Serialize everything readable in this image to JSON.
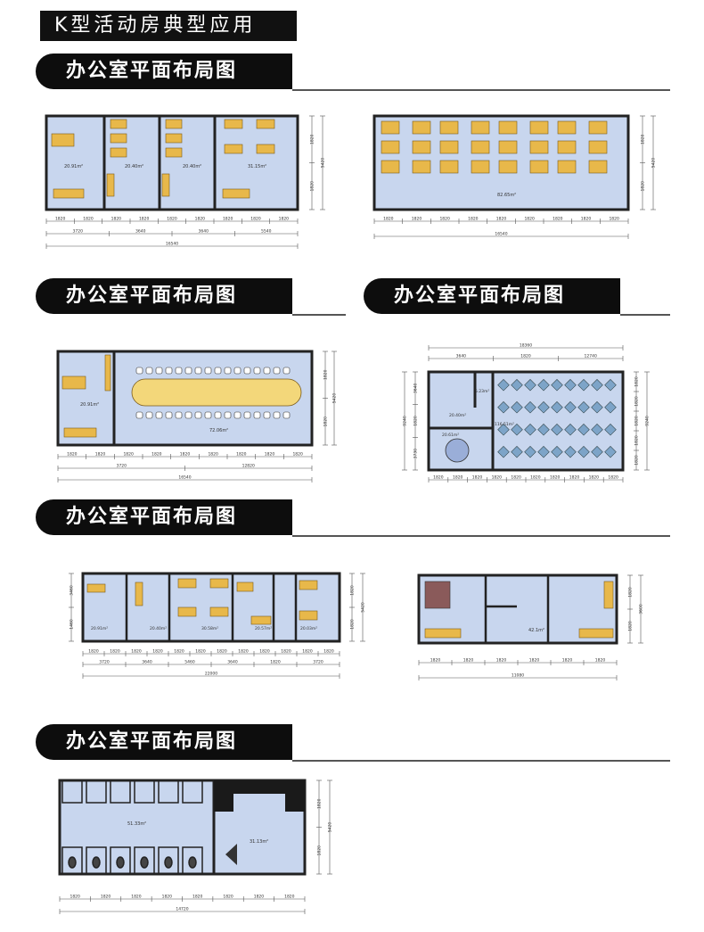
{
  "page_title": "K型活动房典型应用",
  "section_title": "办公室平面布局图",
  "plans": {
    "p1": {
      "dims_bottom_small": [
        "1820",
        "1820",
        "1820",
        "1820",
        "1820",
        "1820",
        "1820",
        "1820",
        "1820"
      ],
      "dims_bottom_mid": [
        "3720",
        "3640",
        "3640",
        "5540"
      ],
      "dims_total": "16540",
      "dims_right": [
        "1820",
        "1820",
        "5420"
      ],
      "areas": [
        "20.91m²",
        "20.40m²",
        "20.40m²",
        "31.15m²"
      ]
    },
    "p2": {
      "dims_bottom_small": [
        "1820",
        "1820",
        "1820",
        "1820",
        "1820",
        "1820",
        "1820",
        "1820",
        "1820"
      ],
      "dims_total": "16540",
      "dims_right": [
        "1820",
        "1820",
        "5420"
      ],
      "areas": [
        "82.65m²"
      ]
    },
    "p3": {
      "dims_bottom_small": [
        "1820",
        "1820",
        "1820",
        "1820",
        "1820",
        "1820",
        "1820",
        "1820",
        "1820"
      ],
      "dims_bottom_mid": [
        "3720",
        "12820"
      ],
      "dims_total": "16540",
      "dims_right": [
        "1820",
        "1820",
        "5420"
      ],
      "areas": [
        "20.91m²",
        "72.06m²"
      ]
    },
    "p4": {
      "dims_top": [
        "3640",
        "1820",
        "12740"
      ],
      "dims_top_total": "18360",
      "dims_bottom_small": [
        "1820",
        "1820",
        "1820",
        "1820",
        "1820",
        "1820",
        "1820",
        "1820",
        "1820",
        "1820"
      ],
      "dims_left": [
        "3640",
        "1820",
        "3730"
      ],
      "dims_left_total": "9240",
      "dims_right_total": "9240",
      "areas": [
        "5.23m²",
        "20.40m²",
        "20.61m²",
        "116.51m²"
      ]
    },
    "p5": {
      "dims_bottom_small": [
        "1820",
        "1820",
        "1820",
        "1820",
        "1820",
        "1820",
        "1820",
        "1820",
        "1820",
        "1820",
        "1820",
        "1820"
      ],
      "dims_bottom_mid": [
        "3720",
        "3640",
        "5460",
        "3640",
        "1820",
        "3720"
      ],
      "dims_total": "22000",
      "dims_left": [
        "3460",
        "1460"
      ],
      "dims_right": [
        "1820",
        "1820",
        "5420"
      ],
      "areas": [
        "20.91m²",
        "20.40m²",
        "30.58m²",
        "20.57m²",
        "20.03m²"
      ]
    },
    "p6": {
      "dims_bottom_small": [
        "1820",
        "1820",
        "1820",
        "1820",
        "1820",
        "1820"
      ],
      "dims_total": "11080",
      "dims_right": [
        "1820",
        "1820",
        "3600"
      ],
      "areas": [
        "42.1m²"
      ]
    },
    "p7": {
      "dims_bottom_small": [
        "1820",
        "1820",
        "1820",
        "1820",
        "1820",
        "1820",
        "1820",
        "1820"
      ],
      "dims_total": "14720",
      "dims_right": [
        "1820",
        "1820",
        "5420"
      ],
      "areas": [
        "51.33m²",
        "31.13m²"
      ]
    }
  },
  "colors": {
    "floor": "#c8d6ee",
    "wall": "#222222",
    "furniture": "#e8b84a",
    "dark": "#111111"
  }
}
